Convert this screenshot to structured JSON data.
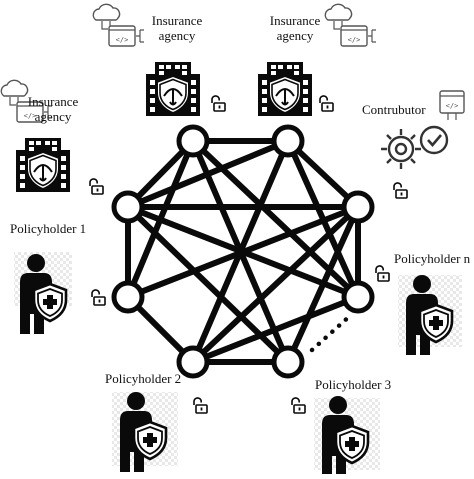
{
  "labels": {
    "agency_left_line1": "Insurance",
    "agency_left_line2": "agency",
    "agency_mid_line1": "Insurance",
    "agency_mid_line2": "agency",
    "agency_right_line1": "Insurance",
    "agency_right_line2": "agency",
    "contributor": "Contrubutor",
    "policyholder_1": "Policyholder 1",
    "policyholder_2": "Policyholder 2",
    "policyholder_3": "Policyholder 3",
    "policyholder_n": "Policyholder n"
  },
  "colors": {
    "ink": "#0a0a0a",
    "paper": "#ffffff",
    "gray": "#7a7a7a"
  },
  "icons": [
    "cloud-icon",
    "code-window-icon",
    "building-shield-icon",
    "unlock-icon",
    "gear-icon",
    "checkmark-icon",
    "person-shield-icon"
  ]
}
